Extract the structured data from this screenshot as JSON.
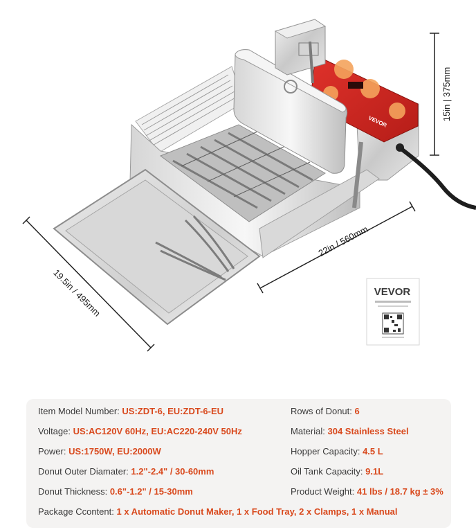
{
  "dimensions": {
    "height": "15in | 375mm",
    "width": "22in / 560mm",
    "depth": "19.5in / 495mm"
  },
  "manual_card": {
    "brand": "VEVOR"
  },
  "control_panel": {
    "brand": "VEVOR"
  },
  "specs": {
    "model": {
      "label": "Item Model Number:",
      "value": "US:ZDT-6, EU:ZDT-6-EU"
    },
    "voltage": {
      "label": "Voltage:",
      "value": "US:AC120V 60Hz, EU:AC220-240V 50Hz"
    },
    "power": {
      "label": "Power:",
      "value": "US:1750W, EU:2000W"
    },
    "diameter": {
      "label": "Donut Outer Diamater:",
      "value": "1.2\"-2.4\" / 30-60mm"
    },
    "thickness": {
      "label": "Donut Thickness:",
      "value": "0.6\"-1.2\" / 15-30mm"
    },
    "rows": {
      "label": "Rows of Donut:",
      "value": "6"
    },
    "material": {
      "label": "Material:",
      "value": "304 Stainless Steel"
    },
    "hopper": {
      "label": "Hopper Capacity:",
      "value": "4.5 L"
    },
    "oil_tank": {
      "label": "Oil Tank Capacity:",
      "value": "9.1L"
    },
    "weight": {
      "label": "Product Weight:",
      "value": "41 lbs / 18.7 kg ± 3%"
    },
    "package": {
      "label": "Package Ccontent:",
      "value": "1 x Automatic Donut Maker, 1 x Food Tray, 2 x Clamps, 1 x Manual"
    }
  }
}
